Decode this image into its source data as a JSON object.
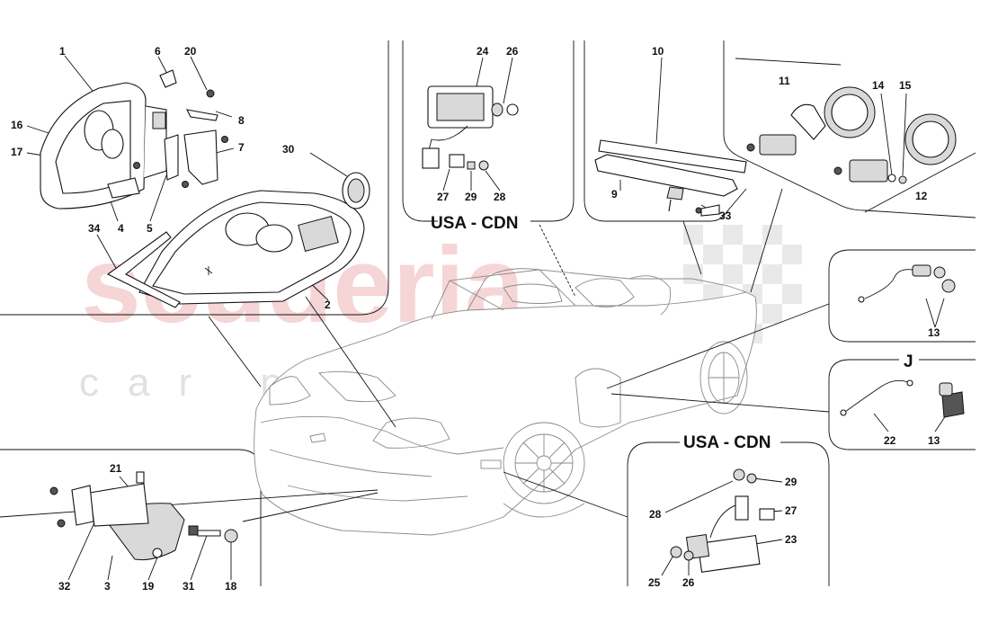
{
  "watermark": {
    "brand": "scuderia",
    "sub": "car parts"
  },
  "regions": {
    "usa_cdn_top": "USA - CDN",
    "usa_cdn_bottom": "USA - CDN",
    "j_label": "J"
  },
  "callouts": {
    "n1": "1",
    "n2": "2",
    "n3": "3",
    "n4": "4",
    "n5": "5",
    "n6": "6",
    "n7": "7",
    "n8": "8",
    "n9": "9",
    "n10": "10",
    "n11": "11",
    "n12": "12",
    "n13a": "13",
    "n13b": "13",
    "n14": "14",
    "n15": "15",
    "n16": "16",
    "n17": "17",
    "n18": "18",
    "n19": "19",
    "n20": "20",
    "n21": "21",
    "n22": "22",
    "n23": "23",
    "n24": "24",
    "n25": "25",
    "n26a": "26",
    "n26b": "26",
    "n27a": "27",
    "n27b": "27",
    "n28a": "28",
    "n28b": "28",
    "n29a": "29",
    "n29b": "29",
    "n30": "30",
    "n31": "31",
    "n32": "32",
    "n33": "33",
    "n34": "34"
  }
}
